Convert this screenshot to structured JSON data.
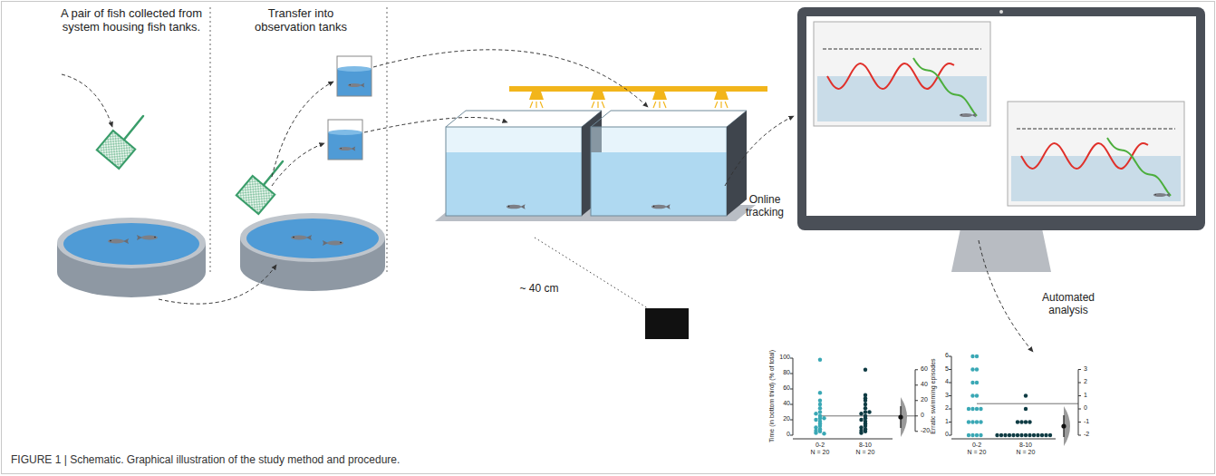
{
  "diagram": {
    "caption": "FIGURE 1 | Schematic. Graphical illustration of the study method and procedure.",
    "labels": [
      "A pair of fish collected from system housing fish tanks.",
      "Transfer into observation tanks",
      "~ 40 cm",
      "Online tracking",
      "Automated analysis",
      "Time (in bottom third) (% of total)",
      "0",
      "20",
      "40",
      "60",
      "80",
      "100",
      "60",
      "40",
      "20",
      "0",
      "-20",
      "0-2",
      "N = 20",
      "8-10",
      "N = 20",
      "Erratic swimming episodes",
      "0",
      "1",
      "2",
      "3",
      "4",
      "5",
      "6",
      "3",
      "2",
      "1",
      "0",
      "-1",
      "-2",
      "0-2",
      "N = 20",
      "8-10",
      "N = 20"
    ]
  }
}
